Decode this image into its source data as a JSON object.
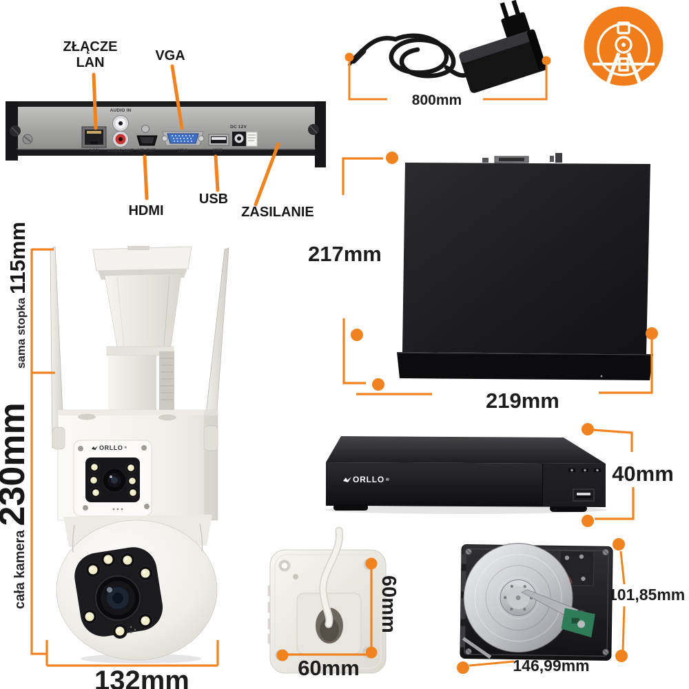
{
  "colors": {
    "accent": "#f0831f",
    "text": "#1b1b1b"
  },
  "icons": {
    "measure_badge": "drafting-compass-icon"
  },
  "rear_panel": {
    "callouts": {
      "lan_line1": "ZŁĄCZE",
      "lan_line2": "LAN",
      "vga": "VGA",
      "hdmi": "HDMI",
      "usb": "USB",
      "power": "ZASILANIE"
    },
    "port_labels": {
      "lan": "LAN",
      "audio_in": "AUDIO IN",
      "audio_out": "AUDIO OUT",
      "hd_out": "HD-OUT",
      "vga": "VGA",
      "usb": "USB",
      "dc": "DC 12V"
    }
  },
  "power_adapter": {
    "cable_length": "800mm"
  },
  "recorder_top": {
    "height": "217mm",
    "width": "219mm"
  },
  "recorder_front": {
    "brand": "ORLLO",
    "brand_mark": "®",
    "height": "40mm"
  },
  "camera": {
    "brand": "ORLLO",
    "brand_mark": "®",
    "stand_label": "sama stopka",
    "stand_height": "115mm",
    "full_label": "cała kamera",
    "full_height": "230mm",
    "width": "132mm"
  },
  "wall_bracket": {
    "height": "60mm",
    "width": "60mm"
  },
  "hard_drive": {
    "height": "101,85mm",
    "width": "146,99mm"
  }
}
